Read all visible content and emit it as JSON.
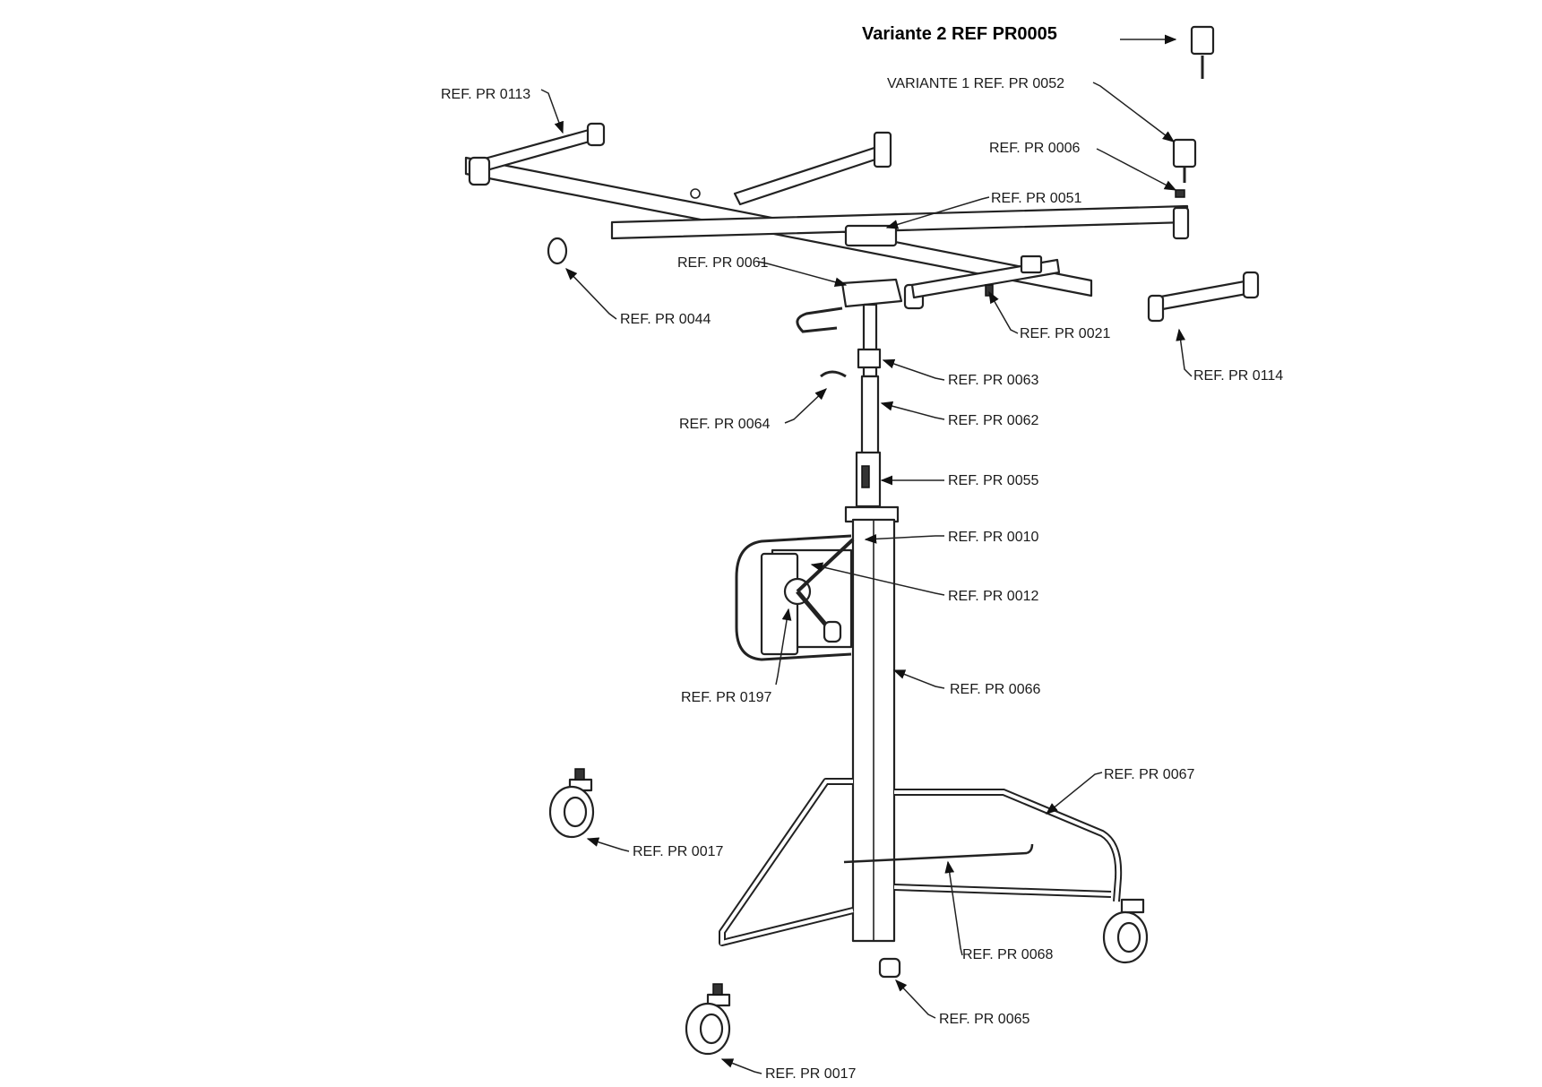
{
  "title": "Variante 2 REF PR0005",
  "labels": {
    "pr0052": "VARIANTE 1 REF. PR 0052",
    "pr0113": "REF. PR 0113",
    "pr0006": "REF. PR 0006",
    "pr0051": "REF. PR 0051",
    "pr0061": "REF. PR 0061",
    "pr0044": "REF. PR 0044",
    "pr0021": "REF. PR 0021",
    "pr0114": "REF. PR 0114",
    "pr0063": "REF. PR 0063",
    "pr0064": "REF. PR 0064",
    "pr0062": "REF. PR 0062",
    "pr0055": "REF. PR 0055",
    "pr0010": "REF. PR 0010",
    "pr0012": "REF. PR 0012",
    "pr0197": "REF. PR 0197",
    "pr0066": "REF. PR 0066",
    "pr0067": "REF. PR 0067",
    "pr0017a": "REF. PR 0017",
    "pr0068": "REF. PR 0068",
    "pr0065": "REF. PR 0065",
    "pr0017b": "REF. PR 0017"
  }
}
